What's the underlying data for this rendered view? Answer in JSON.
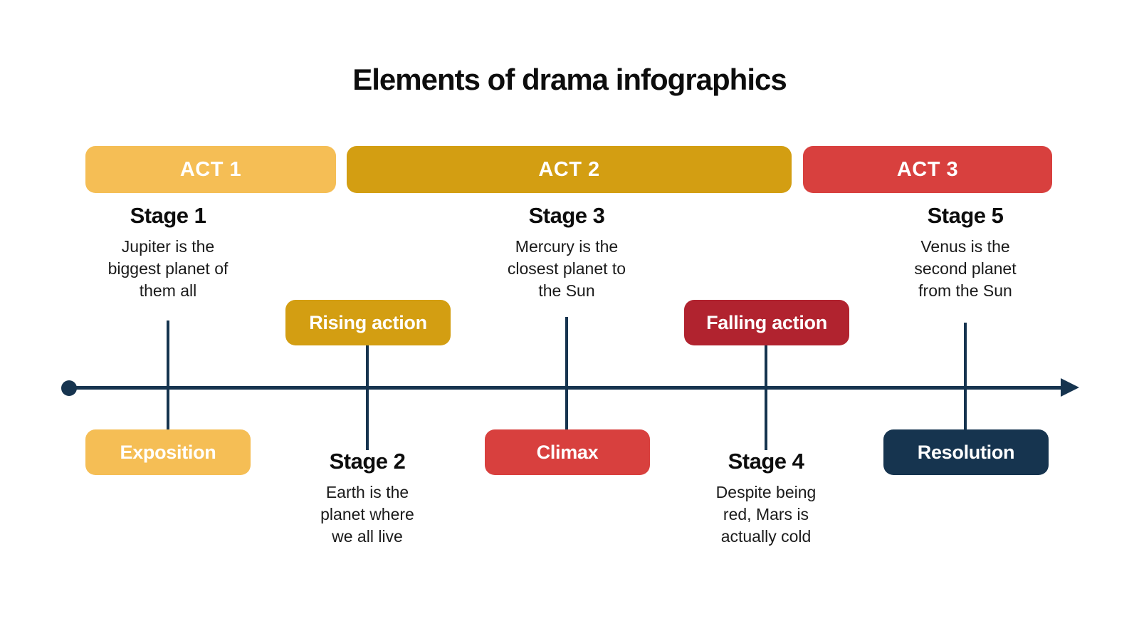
{
  "title": "Elements of drama infographics",
  "colors": {
    "light_gold": "#F5BE55",
    "dark_gold": "#D39E12",
    "red": "#D8403E",
    "dark_red": "#B1232F",
    "navy": "#16344F"
  },
  "acts": [
    {
      "label": "ACT 1",
      "color": "#F5BE55"
    },
    {
      "label": "ACT 2",
      "color": "#D39E12"
    },
    {
      "label": "ACT 3",
      "color": "#D8403E"
    }
  ],
  "stages": [
    {
      "heading": "Stage 1",
      "description": "Jupiter is the\nbiggest planet of\nthem all",
      "pill": "Exposition",
      "pill_color": "#F5BE55",
      "text_position": "above-axis",
      "pill_position": "below-axis"
    },
    {
      "heading": "Stage 2",
      "description": "Earth is the\nplanet where\nwe all live",
      "pill": "Rising action",
      "pill_color": "#D39E12",
      "text_position": "below-axis",
      "pill_position": "above-axis"
    },
    {
      "heading": "Stage 3",
      "description": "Mercury is the\nclosest planet to\nthe Sun",
      "pill": "Climax",
      "pill_color": "#D8403E",
      "text_position": "above-axis",
      "pill_position": "below-axis"
    },
    {
      "heading": "Stage 4",
      "description": "Despite being\nred, Mars is\nactually cold",
      "pill": "Falling action",
      "pill_color": "#B1232F",
      "text_position": "below-axis",
      "pill_position": "above-axis"
    },
    {
      "heading": "Stage 5",
      "description": "Venus is the\nsecond planet\nfrom the Sun",
      "pill": "Resolution",
      "pill_color": "#16344F",
      "text_position": "above-axis",
      "pill_position": "below-axis"
    }
  ],
  "timeline": {
    "direction": "left-to-right",
    "color": "#16344F"
  }
}
